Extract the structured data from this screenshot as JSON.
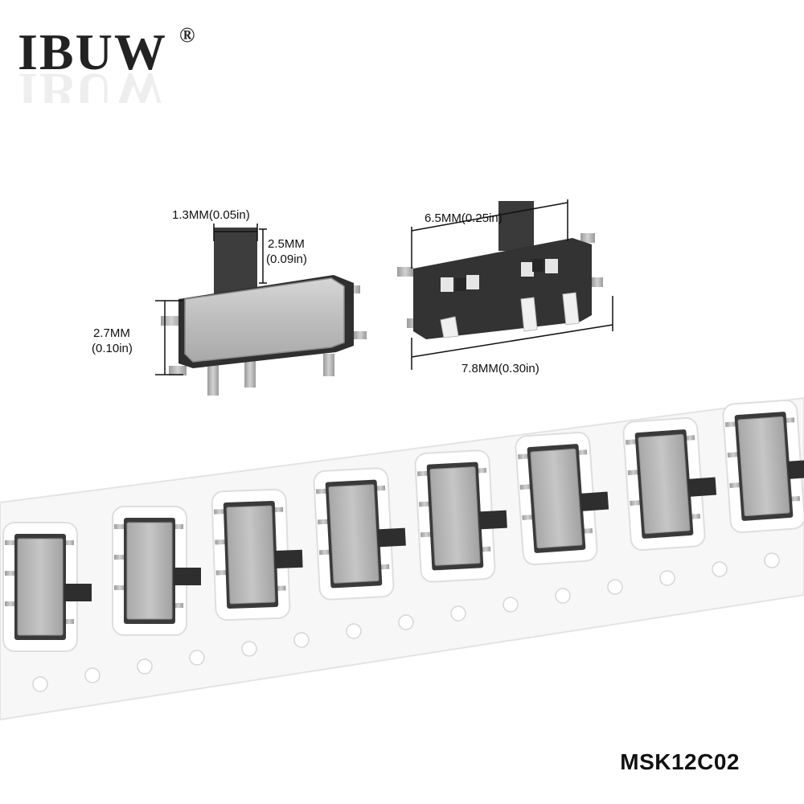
{
  "brand": {
    "name": "IBUW",
    "registered_mark": "®"
  },
  "dimensions": {
    "actuator_width": "1.3MM(0.05in)",
    "actuator_height_mm": "2.5MM",
    "actuator_height_in": "(0.09in)",
    "body_height_mm": "2.7MM",
    "body_height_in": "(0.10in)",
    "body_width": "6.5MM(0.25in)",
    "overall_length": "7.8MM(0.30in)"
  },
  "model": "MSK12C02",
  "colors": {
    "body_metal": "#b9b9b9",
    "plastic": "#3a3a3a",
    "tape": "#f6f6f6",
    "pins": "#c8c8c8"
  }
}
